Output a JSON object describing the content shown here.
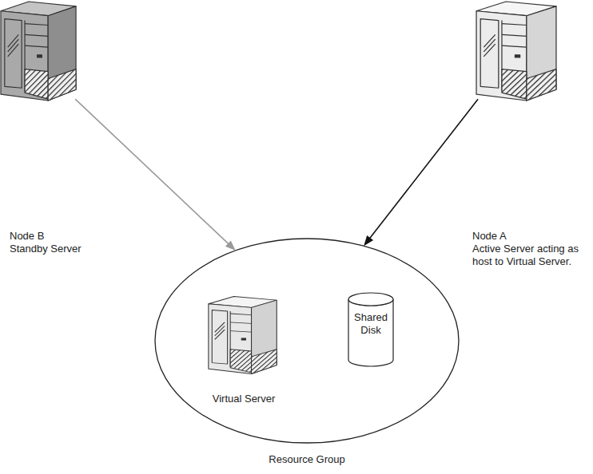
{
  "diagram": {
    "nodes": [
      {
        "text": [
          "Node B",
          "Standby Server"
        ]
      },
      {
        "text": [
          "Node A",
          "Active Server acting as host to Virtual Server."
        ]
      },
      {
        "text": [
          "Resource Group"
        ]
      },
      {
        "text": [
          "Virtual Server"
        ],
        "in": 2
      },
      {
        "text": [
          "Shared Disk"
        ],
        "in": 2
      }
    ],
    "edges": [
      {
        "from": 0,
        "to": 2,
        "arrow": "to"
      },
      {
        "from": 1,
        "to": 2,
        "arrow": "to"
      }
    ]
  }
}
